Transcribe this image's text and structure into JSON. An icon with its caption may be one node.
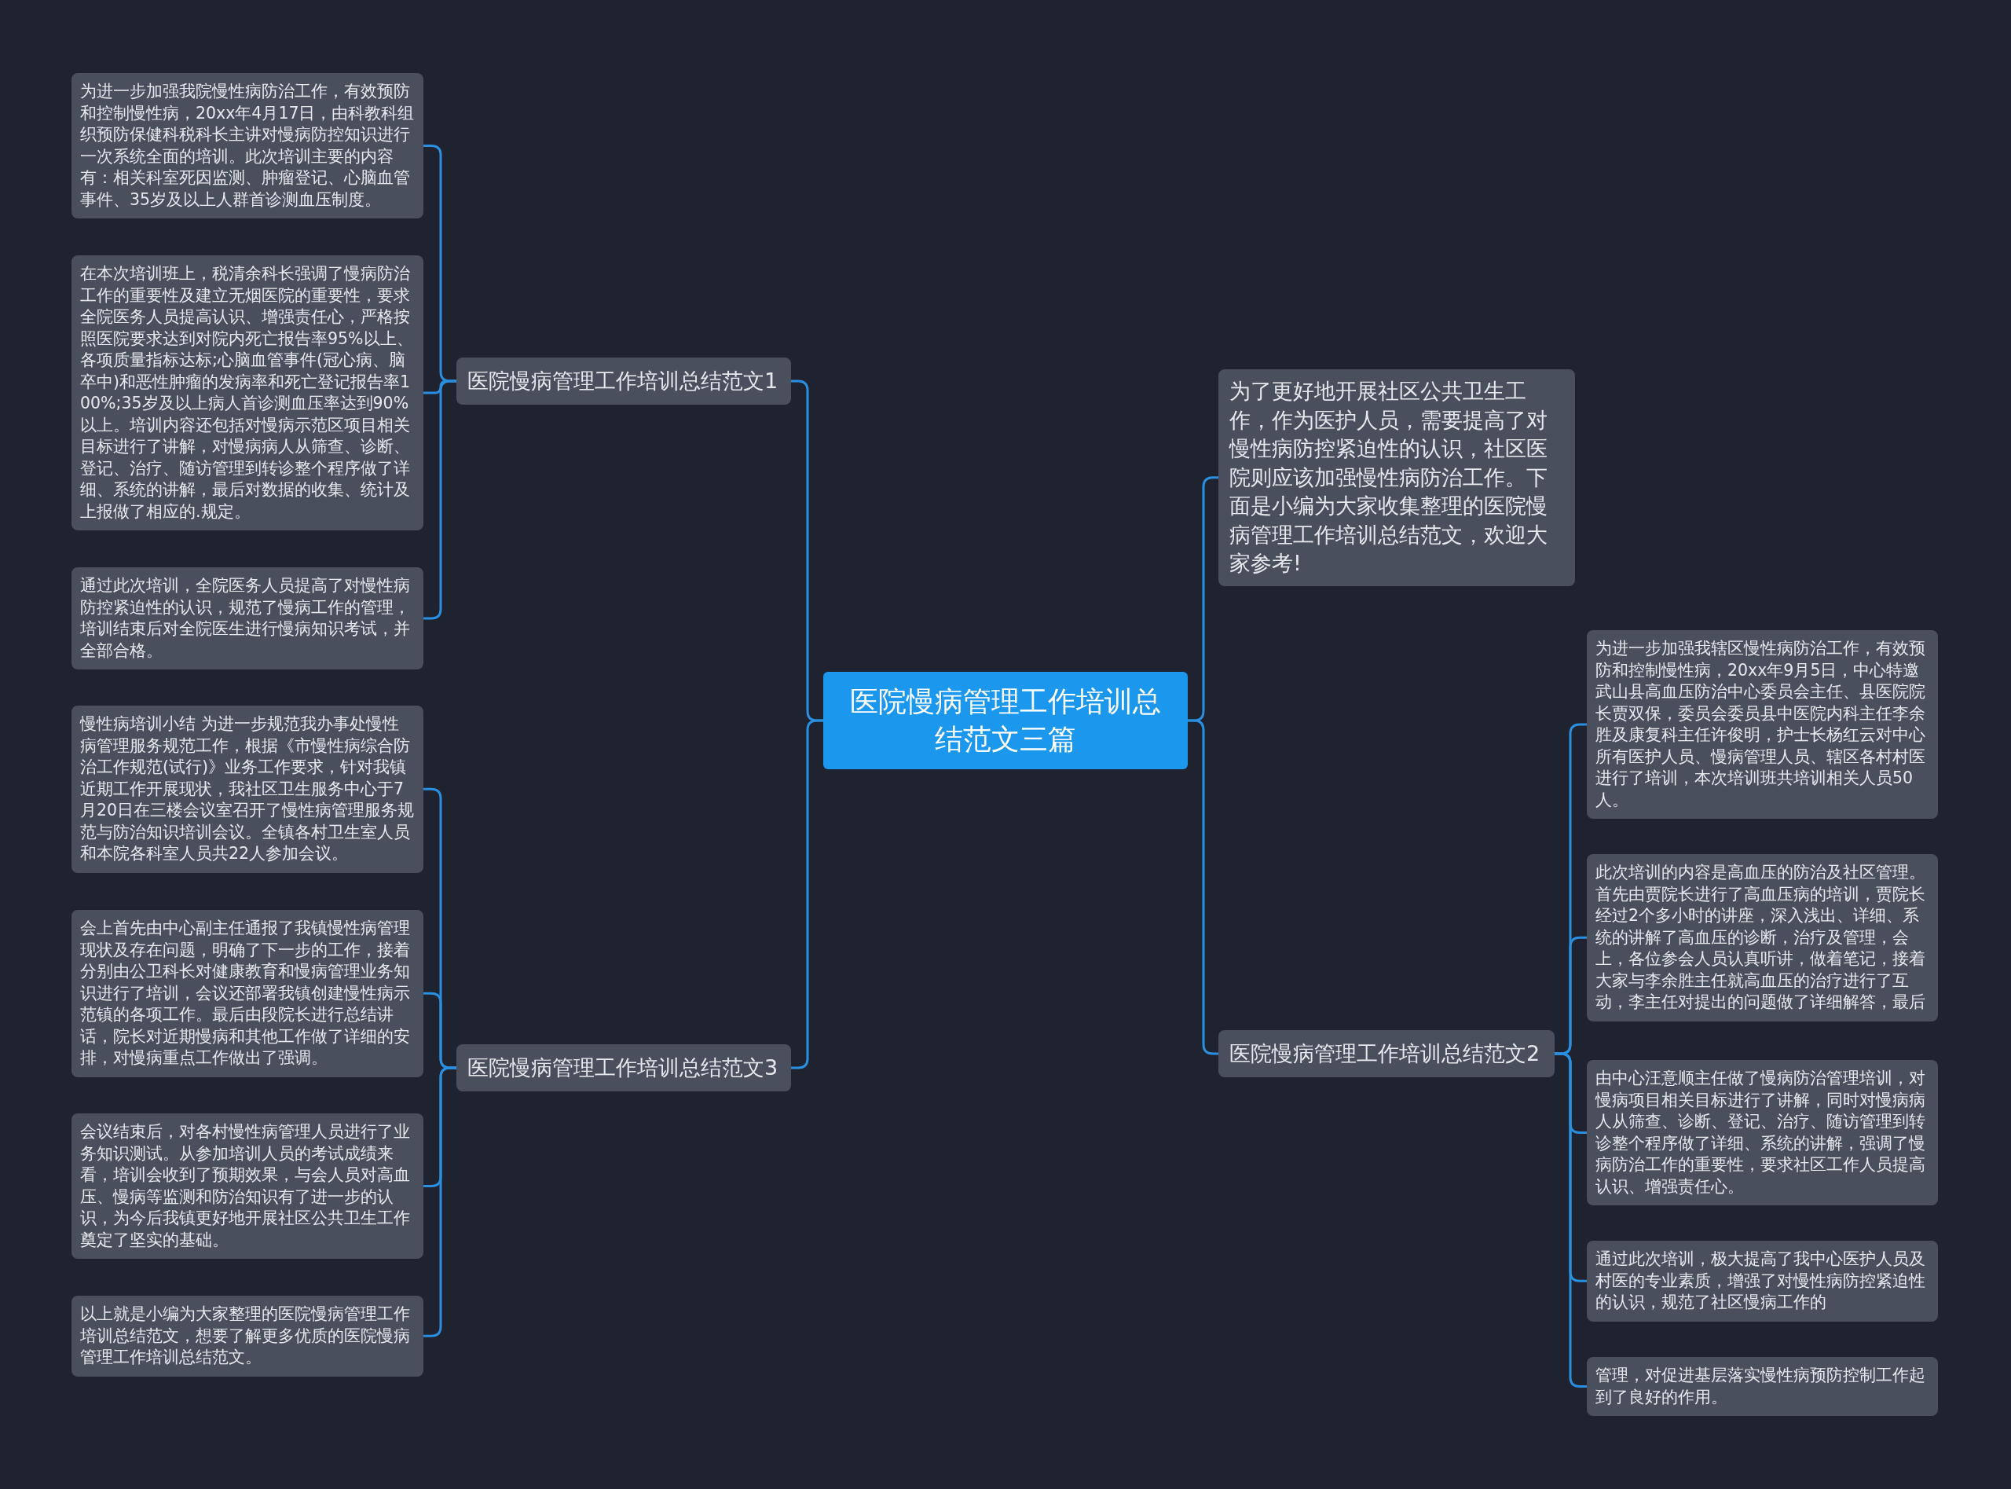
{
  "diagram": {
    "nodes": [
      {
        "text": [
          "医院慢病管理工作培训总结范文三篇"
        ]
      },
      {
        "text": [
          "医院慢病管理工作培训总结范文1"
        ]
      },
      {
        "text": [
          "为进一步加强我院慢性病防治工作，有效预防和控制慢性病，20xx年4月17日，由科教科组织预防保健科税科长主讲对慢病防控知识进行一次系统全面的培训。此次培训主要的内容有：相关科室死因监测、肿瘤登记、心脑血管事件、35岁及以上人群首诊测血压制度。"
        ]
      },
      {
        "text": [
          "在本次培训班上，税清余科长强调了慢病防治工作的重要性及建立无烟医院的重要性，要求全院医务人员提高认识、增强责任心，严格按照医院要求达到对院内死亡报告率95%以上、各项质量指标达标;心脑血管事件(冠心病、脑卒中)和恶性肿瘤的发病率和死亡登记报告率100%;35岁及以上病人首诊测血压率达到90%以上。培训内容还包括对慢病示范区项目相关目标进行了讲解，对慢病病人从筛查、诊断、登记、治疗、随访管理到转诊整个程序做了详细、系统的讲解，最后对数据的收集、统计及上报做了相应的.规定。"
        ]
      },
      {
        "text": [
          "通过此次培训，全院医务人员提高了对慢性病防控紧迫性的认识，规范了慢病工作的管理，培训结束后对全院医生进行慢病知识考试，并全部合格。"
        ]
      },
      {
        "text": [
          "医院慢病管理工作培训总结范文3"
        ]
      },
      {
        "text": [
          "慢性病培训小结 为进一步规范我办事处慢性病管理服务规范工作，根据《市慢性病综合防治工作规范(试行)》业务工作要求，针对我镇近期工作开展现状，我社区卫生服务中心于7月20日在三楼会议室召开了慢性病管理服务规范与防治知识培训会议。全镇各村卫生室人员和本院各科室人员共22人参加会议。"
        ]
      },
      {
        "text": [
          "会上首先由中心副主任通报了我镇慢性病管理现状及存在问题，明确了下一步的工作，接着分别由公卫科长对健康教育和慢病管理业务知识进行了培训，会议还部署我镇创建慢性病示范镇的各项工作。最后由段院长进行总结讲话，院长对近期慢病和其他工作做了详细的安排，对慢病重点工作做出了强调。"
        ]
      },
      {
        "text": [
          "会议结束后，对各村慢性病管理人员进行了业务知识测试。从参加培训人员的考试成绩来看，培训会收到了预期效果，与会人员对高血压、慢病等监测和防治知识有了进一步的认识，为今后我镇更好地开展社区公共卫生工作奠定了坚实的基础。"
        ]
      },
      {
        "text": [
          "以上就是小编为大家整理的医院慢病管理工作培训总结范文，想要了解更多优质的医院慢病管理工作培训总结范文。"
        ]
      },
      {
        "text": [
          "为了更好地开展社区公共卫生工作，作为医护人员，需要提高了对慢性病防控紧迫性的认识，社区医院则应该加强慢性病防治工作。下面是小编为大家收集整理的医院慢病管理工作培训总结范文，欢迎大家参考!"
        ]
      },
      {
        "text": [
          "医院慢病管理工作培训总结范文2"
        ]
      },
      {
        "text": [
          "为进一步加强我辖区慢性病防治工作，有效预防和控制慢性病，20xx年9月5日，中心特邀武山县高血压防治中心委员会主任、县医院院长贾双保，委员会委员县中医院内科主任李余胜及康复科主任许俊明，护士长杨红云对中心所有医护人员、慢病管理人员、辖区各村村医进行了培训，本次培训班共培训相关人员50人。"
        ]
      },
      {
        "text": [
          "此次培训的内容是高血压的防治及社区管理。首先由贾院长进行了高血压病的培训，贾院长经过2个多小时的讲座，深入浅出、详细、系统的讲解了高血压的诊断，治疗及管理，会上，各位参会人员认真听讲，做着笔记，接着大家与李余胜主任就高血压的治疗进行了互动，李主任对提出的问题做了详细解答，最后"
        ]
      },
      {
        "text": [
          "由中心汪意顺主任做了慢病防治管理培训，对慢病项目相关目标进行了讲解，同时对慢病病人从筛查、诊断、登记、治疗、随访管理到转诊整个程序做了详细、系统的讲解，强调了慢病防治工作的重要性，要求社区工作人员提高认识、增强责任心。"
        ]
      },
      {
        "text": [
          "通过此次培训，极大提高了我中心医护人员及村医的专业素质，增强了对慢性病防控紧迫性的认识，规范了社区慢病工作的"
        ]
      },
      {
        "text": [
          "管理，对促进基层落实慢性病预防控制工作起到了良好的作用。"
        ]
      }
    ],
    "edges": [
      {
        "from": 0,
        "to": 1,
        "arrow": "none"
      },
      {
        "from": 1,
        "to": 2,
        "arrow": "none"
      },
      {
        "from": 1,
        "to": 3,
        "arrow": "none"
      },
      {
        "from": 1,
        "to": 4,
        "arrow": "none"
      },
      {
        "from": 0,
        "to": 5,
        "arrow": "none"
      },
      {
        "from": 5,
        "to": 6,
        "arrow": "none"
      },
      {
        "from": 5,
        "to": 7,
        "arrow": "none"
      },
      {
        "from": 5,
        "to": 8,
        "arrow": "none"
      },
      {
        "from": 5,
        "to": 9,
        "arrow": "none"
      },
      {
        "from": 0,
        "to": 10,
        "arrow": "none"
      },
      {
        "from": 0,
        "to": 11,
        "arrow": "none"
      },
      {
        "from": 11,
        "to": 12,
        "arrow": "none"
      },
      {
        "from": 11,
        "to": 13,
        "arrow": "none"
      },
      {
        "from": 11,
        "to": 14,
        "arrow": "none"
      },
      {
        "from": 11,
        "to": 15,
        "arrow": "none"
      },
      {
        "from": 11,
        "to": 16,
        "arrow": "none"
      }
    ]
  }
}
